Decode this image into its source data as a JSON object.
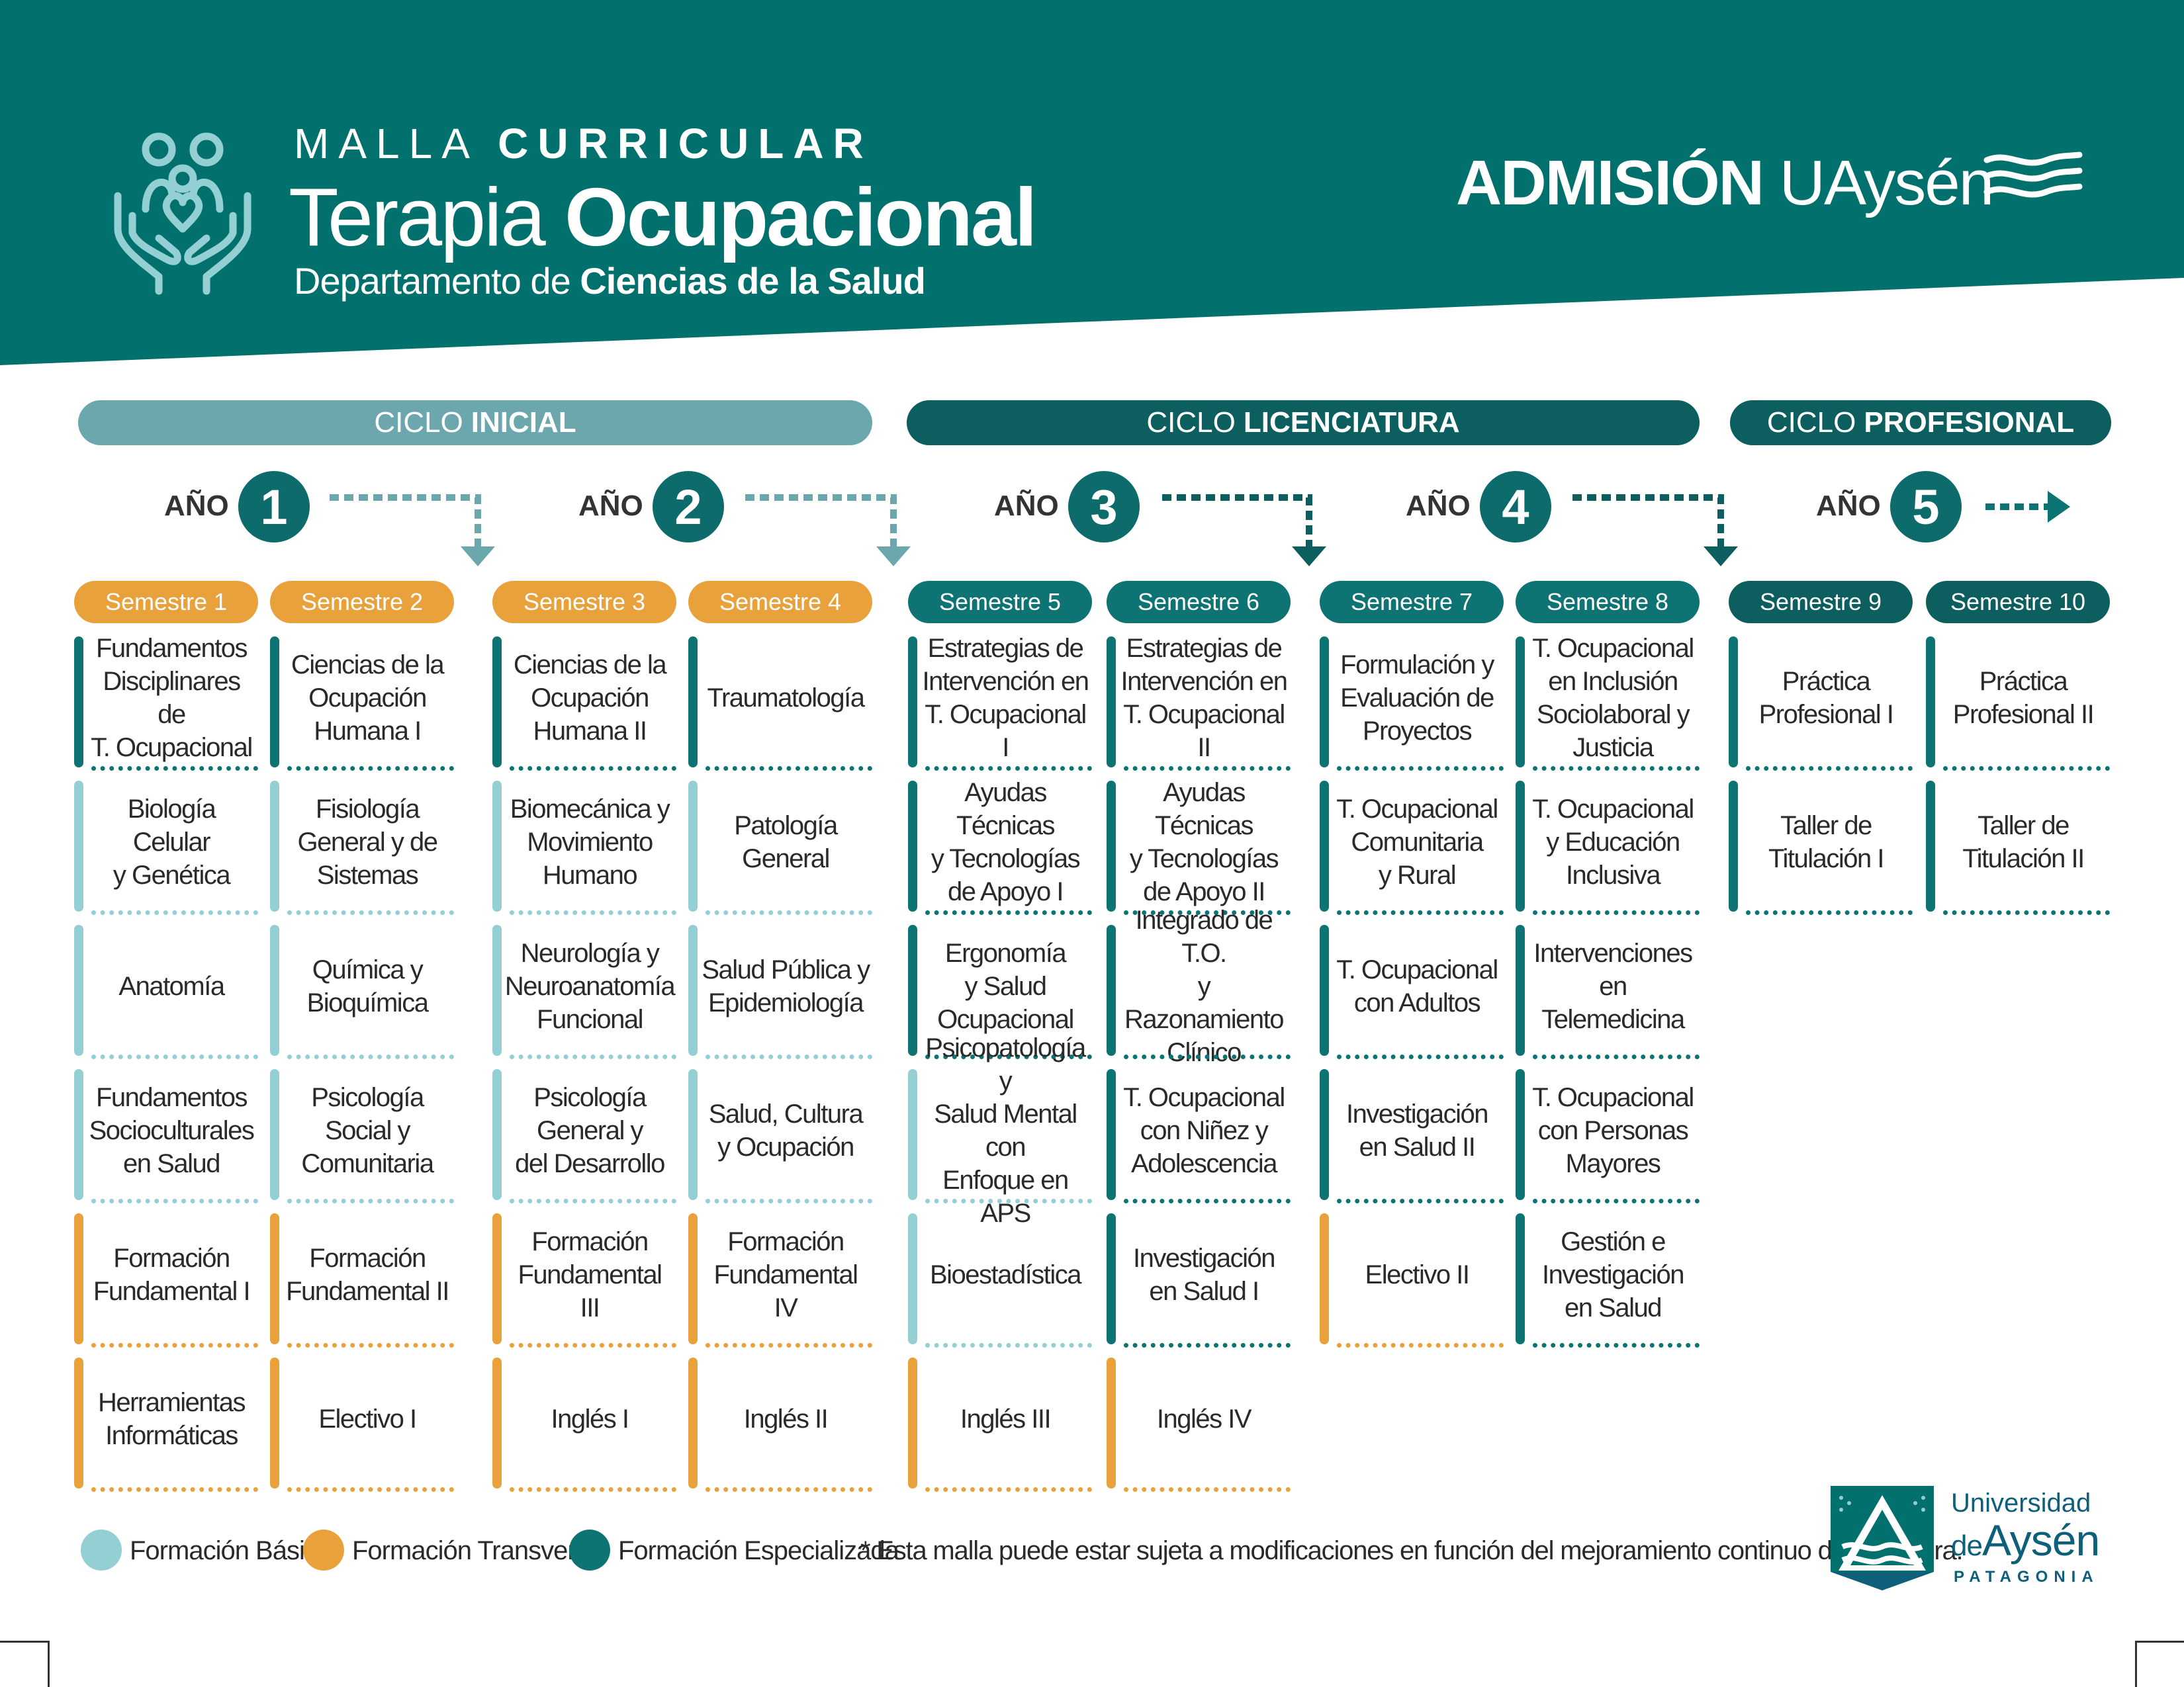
{
  "colors": {
    "header": "#02706d",
    "basica": "#94cfd4",
    "transversal": "#e9a23b",
    "especializada": "#0d7373",
    "dark_teal": "#0d5e5e",
    "inicial_bar": "#6ba7ad",
    "text": "#2a2a2a"
  },
  "header": {
    "malla": "MALLA",
    "curricular": "CURRICULAR",
    "career_light": "Terapia",
    "career_bold": "Ocupacional",
    "dept_light": "Departamento de",
    "dept_bold": "Ciencias de la Salud",
    "brand_bold": "ADMISIÓN",
    "brand_light": "UAysén",
    "icon": "hands-family-icon"
  },
  "cycles": [
    {
      "light": "CICLO",
      "bold": "INICIAL"
    },
    {
      "light": "CICLO",
      "bold": "LICENCIATURA"
    },
    {
      "light": "CICLO",
      "bold": "PROFESIONAL"
    }
  ],
  "years": [
    {
      "label": "AÑO",
      "number": "1"
    },
    {
      "label": "AÑO",
      "number": "2"
    },
    {
      "label": "AÑO",
      "number": "3"
    },
    {
      "label": "AÑO",
      "number": "4"
    },
    {
      "label": "AÑO",
      "number": "5"
    }
  ],
  "semesters": [
    {
      "label": "Semestre 1",
      "type": "transversal",
      "courses": [
        {
          "name": "Fundamentos\nDisciplinares de\nT. Ocupacional",
          "type": "especializada"
        },
        {
          "name": "Biología Celular\ny Genética",
          "type": "basica"
        },
        {
          "name": "Anatomía",
          "type": "basica"
        },
        {
          "name": "Fundamentos\nSocioculturales\nen Salud",
          "type": "basica"
        },
        {
          "name": "Formación\nFundamental I",
          "type": "transversal"
        },
        {
          "name": "Herramientas\nInformáticas",
          "type": "transversal"
        }
      ]
    },
    {
      "label": "Semestre 2",
      "type": "transversal",
      "courses": [
        {
          "name": "Ciencias de la\nOcupación\nHumana I",
          "type": "especializada"
        },
        {
          "name": "Fisiología\nGeneral y de\nSistemas",
          "type": "basica"
        },
        {
          "name": "Química y\nBioquímica",
          "type": "basica"
        },
        {
          "name": "Psicología\nSocial y\nComunitaria",
          "type": "basica"
        },
        {
          "name": "Formación\nFundamental II",
          "type": "transversal"
        },
        {
          "name": "Electivo I",
          "type": "transversal"
        }
      ]
    },
    {
      "label": "Semestre 3",
      "type": "transversal",
      "courses": [
        {
          "name": "Ciencias de la\nOcupación\nHumana II",
          "type": "especializada"
        },
        {
          "name": "Biomecánica y\nMovimiento\nHumano",
          "type": "basica"
        },
        {
          "name": "Neurología y\nNeuroanatomía\nFuncional",
          "type": "basica"
        },
        {
          "name": "Psicología\nGeneral y\ndel Desarrollo",
          "type": "basica"
        },
        {
          "name": "Formación\nFundamental III",
          "type": "transversal"
        },
        {
          "name": "Inglés I",
          "type": "transversal"
        }
      ]
    },
    {
      "label": "Semestre 4",
      "type": "transversal",
      "courses": [
        {
          "name": "Traumatología",
          "type": "especializada"
        },
        {
          "name": "Patología\nGeneral",
          "type": "basica"
        },
        {
          "name": "Salud Pública y\nEpidemiología",
          "type": "basica"
        },
        {
          "name": "Salud, Cultura\ny Ocupación",
          "type": "basica"
        },
        {
          "name": "Formación\nFundamental IV",
          "type": "transversal"
        },
        {
          "name": "Inglés II",
          "type": "transversal"
        }
      ]
    },
    {
      "label": "Semestre 5",
      "type": "especializada",
      "courses": [
        {
          "name": "Estrategias de\nIntervención en\nT. Ocupacional I",
          "type": "especializada"
        },
        {
          "name": "Ayudas Técnicas\ny Tecnologías\nde Apoyo I",
          "type": "especializada"
        },
        {
          "name": "Ergonomía\ny Salud\nOcupacional",
          "type": "especializada"
        },
        {
          "name": "Psicopatología y\nSalud Mental con\nEnfoque en APS",
          "type": "basica"
        },
        {
          "name": "Bioestadística",
          "type": "basica"
        },
        {
          "name": "Inglés III",
          "type": "transversal"
        }
      ]
    },
    {
      "label": "Semestre 6",
      "type": "especializada",
      "courses": [
        {
          "name": "Estrategias de\nIntervención en\nT. Ocupacional II",
          "type": "especializada"
        },
        {
          "name": "Ayudas Técnicas\ny Tecnologías\nde Apoyo II",
          "type": "especializada"
        },
        {
          "name": "Integrado de T.O.\ny Razonamiento\nClínico",
          "type": "especializada"
        },
        {
          "name": "T. Ocupacional\ncon Niñez y\nAdolescencia",
          "type": "especializada"
        },
        {
          "name": "Investigación\nen Salud I",
          "type": "especializada"
        },
        {
          "name": "Inglés IV",
          "type": "transversal"
        }
      ]
    },
    {
      "label": "Semestre 7",
      "type": "especializada",
      "courses": [
        {
          "name": "Formulación y\nEvaluación de\nProyectos",
          "type": "especializada"
        },
        {
          "name": "T. Ocupacional\nComunitaria\ny Rural",
          "type": "especializada"
        },
        {
          "name": "T. Ocupacional\ncon Adultos",
          "type": "especializada"
        },
        {
          "name": "Investigación\nen Salud II",
          "type": "especializada"
        },
        {
          "name": "Electivo II",
          "type": "transversal"
        }
      ]
    },
    {
      "label": "Semestre 8",
      "type": "especializada",
      "courses": [
        {
          "name": "T. Ocupacional\nen Inclusión\nSociolaboral y\nJusticia",
          "type": "especializada"
        },
        {
          "name": "T. Ocupacional\ny Educación\nInclusiva",
          "type": "especializada"
        },
        {
          "name": "Intervenciones\nen Telemedicina",
          "type": "especializada"
        },
        {
          "name": "T. Ocupacional\ncon Personas\nMayores",
          "type": "especializada"
        },
        {
          "name": "Gestión e\nInvestigación\nen Salud",
          "type": "especializada"
        }
      ]
    },
    {
      "label": "Semestre 9",
      "type": "dark",
      "courses": [
        {
          "name": "Práctica\nProfesional I",
          "type": "especializada"
        },
        {
          "name": "Taller de\nTitulación I",
          "type": "especializada"
        }
      ]
    },
    {
      "label": "Semestre 10",
      "type": "dark",
      "courses": [
        {
          "name": "Práctica\nProfesional II",
          "type": "especializada"
        },
        {
          "name": "Taller de\nTitulación II",
          "type": "especializada"
        }
      ]
    }
  ],
  "legend": [
    {
      "label": "Formación Básica",
      "type": "basica"
    },
    {
      "label": "Formación Transversal",
      "type": "transversal"
    },
    {
      "label": "Formación Especializada",
      "type": "especializada"
    }
  ],
  "footnote": "* Esta malla puede estar sujeta a modificaciones en función del mejoramiento continuo de la carrera.",
  "university": {
    "line1": "Universidad",
    "line2_small": "de",
    "line2_big": "Aysén",
    "line3": "PATAGONIA",
    "logo": "uaysen-mountain-logo-icon"
  }
}
